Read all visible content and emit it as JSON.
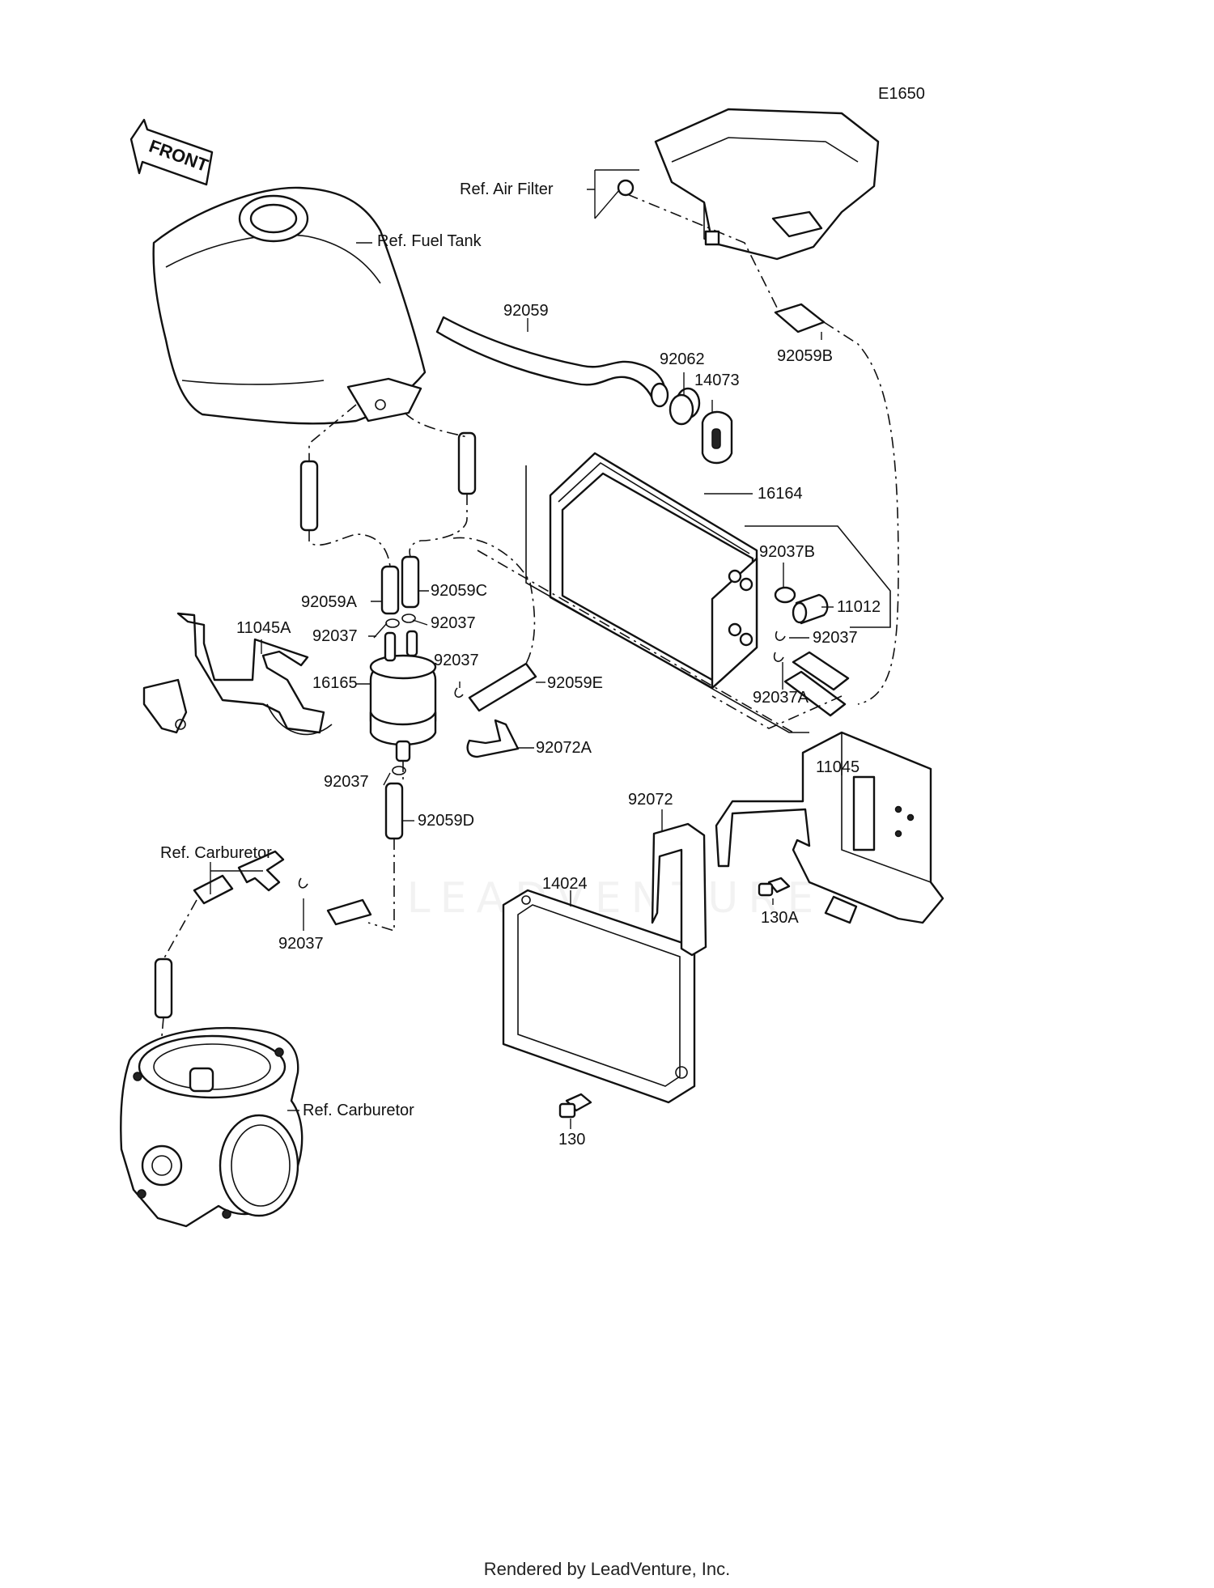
{
  "diagram_code": "E1650",
  "front_marker": "FRONT",
  "watermark": "LEADVENTURE",
  "footer": "Rendered by LeadVenture, Inc.",
  "labels": {
    "ref_air_filter": "Ref. Air Filter",
    "ref_fuel_tank": "Ref. Fuel Tank",
    "p92059": "92059",
    "p92062": "92062",
    "p14073": "14073",
    "p92059B": "92059B",
    "p16164": "16164",
    "p92037B": "92037B",
    "p11012": "11012",
    "p92037_r1": "92037",
    "p92037A": "92037A",
    "p92059A": "92059A",
    "p92059C": "92059C",
    "p92037_a": "92037",
    "p92037_b": "92037",
    "p11045A": "11045A",
    "p92037_c": "92037",
    "p16165": "16165",
    "p92059E": "92059E",
    "p92072A": "92072A",
    "p92037_d": "92037",
    "p92059D": "92059D",
    "ref_carburetor_top": "Ref. Carburetor",
    "p92037_e": "92037",
    "p92072": "92072",
    "p14024": "14024",
    "p11045": "11045",
    "p130A": "130A",
    "ref_carburetor_bottom": "Ref. Carburetor",
    "p130": "130"
  }
}
